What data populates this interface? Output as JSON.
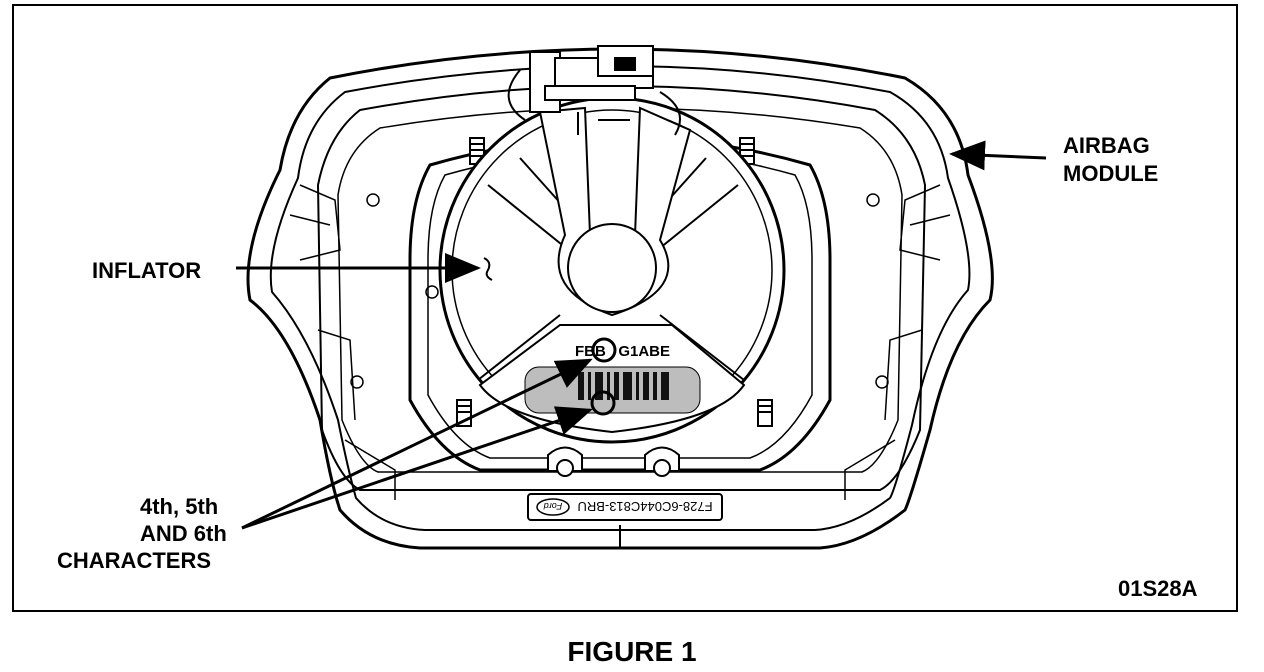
{
  "figure": {
    "id_code": "01S28A",
    "caption": "FIGURE 1"
  },
  "callouts": {
    "airbag_module_line1": "AIRBAG",
    "airbag_module_line2": "MODULE",
    "inflator": "INFLATOR",
    "characters_line1": "4th, 5th",
    "characters_line2": "AND 6th",
    "characters_line3": "CHARACTERS"
  },
  "part_markings": {
    "inflator_code": "FBB   G1ABE",
    "module_part_number": "F728-6C044C813-BRU",
    "logo_text": "Ford"
  }
}
